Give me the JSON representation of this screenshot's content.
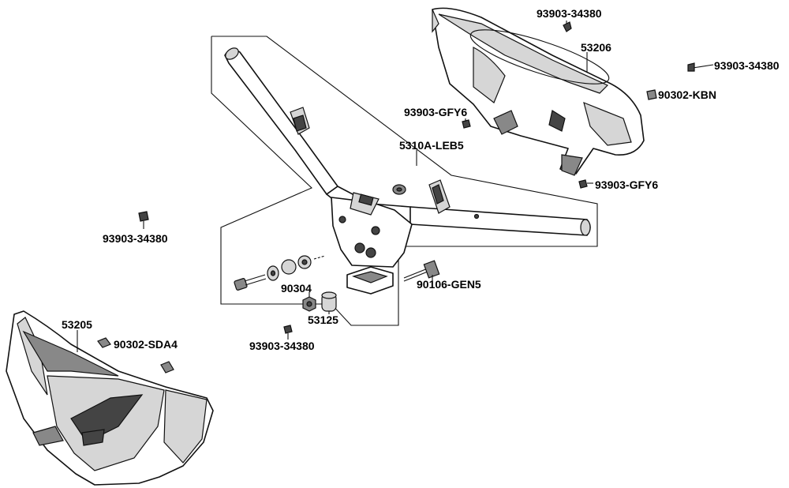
{
  "labels": {
    "p_93903_34380_top": "93903-34380",
    "p_53206": "53206",
    "p_93903_34380_right": "93903-34380",
    "p_90302_kbn": "90302-KBN",
    "p_93903_gfy6_a": "93903-GFY6",
    "p_5310a_leb5": "5310A-LEB5",
    "p_93903_gfy6_b": "93903-GFY6",
    "p_93903_34380_left": "93903-34380",
    "p_90106_gen5": "90106-GEN5",
    "p_90304": "90304",
    "p_53125": "53125",
    "p_53205": "53205",
    "p_90302_sda4": "90302-SDA4",
    "p_93903_34380_bottom": "93903-34380"
  }
}
